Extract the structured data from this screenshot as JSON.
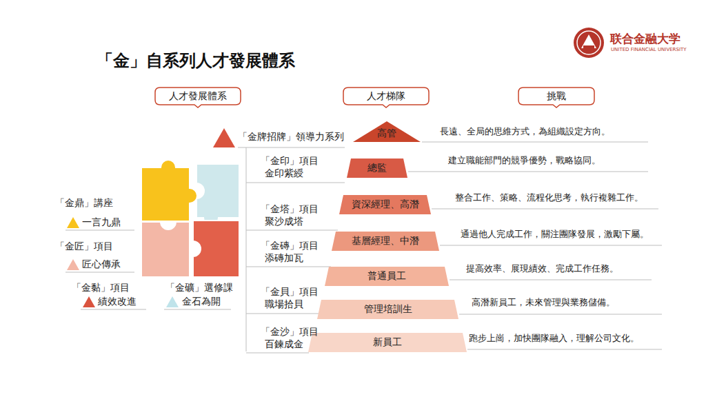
{
  "diagram": {
    "title": "「金」自系列人才發展體系",
    "nodes": [
      {
        "text": [
          "人才發展體系"
        ]
      },
      {
        "text": [
          "人才梯隊"
        ]
      },
      {
        "text": [
          "挑戰"
        ]
      },
      {
        "text": [
          "高管"
        ]
      },
      {
        "text": [
          "總監"
        ]
      },
      {
        "text": [
          "資深經理、高潛"
        ]
      },
      {
        "text": [
          "基層經理、中潛"
        ]
      },
      {
        "text": [
          "普通員工"
        ]
      },
      {
        "text": [
          "管理培訓生"
        ]
      },
      {
        "text": [
          "新員工"
        ]
      }
    ],
    "labels": [
      "联合金融大学",
      "UNITED FINANCIAL UNIVERSITY",
      "「金牌招牌」領導力系列",
      "「金印」項目",
      "金印紫綬",
      "「金塔」項目",
      "聚沙成塔",
      "「金磚」項目",
      "添磚加瓦",
      "「金貝」項目",
      "職場拾貝",
      "「金沙」項目",
      "百鍊成金",
      "長遠、全局的思維方式，為組織設定方向。",
      "建立職能部門的競爭優勢，戰略協同。",
      "整合工作、策略、流程化思考，執行複雜工作。",
      "通過他人完成工作，關注團隊發展，激勵下屬。",
      "提高效率、展現績效、完成工作任務。",
      "高潛新員工，未來管理與業務儲備。",
      "跑步上崗，加快團隊融入，理解公司文化。",
      "「金鼎」講座",
      "一言九鼎",
      "「金匠」項目",
      "匠心傳承",
      "「金黏」項目",
      "績效改進",
      "「金礦」選修課",
      "金石為開"
    ]
  }
}
